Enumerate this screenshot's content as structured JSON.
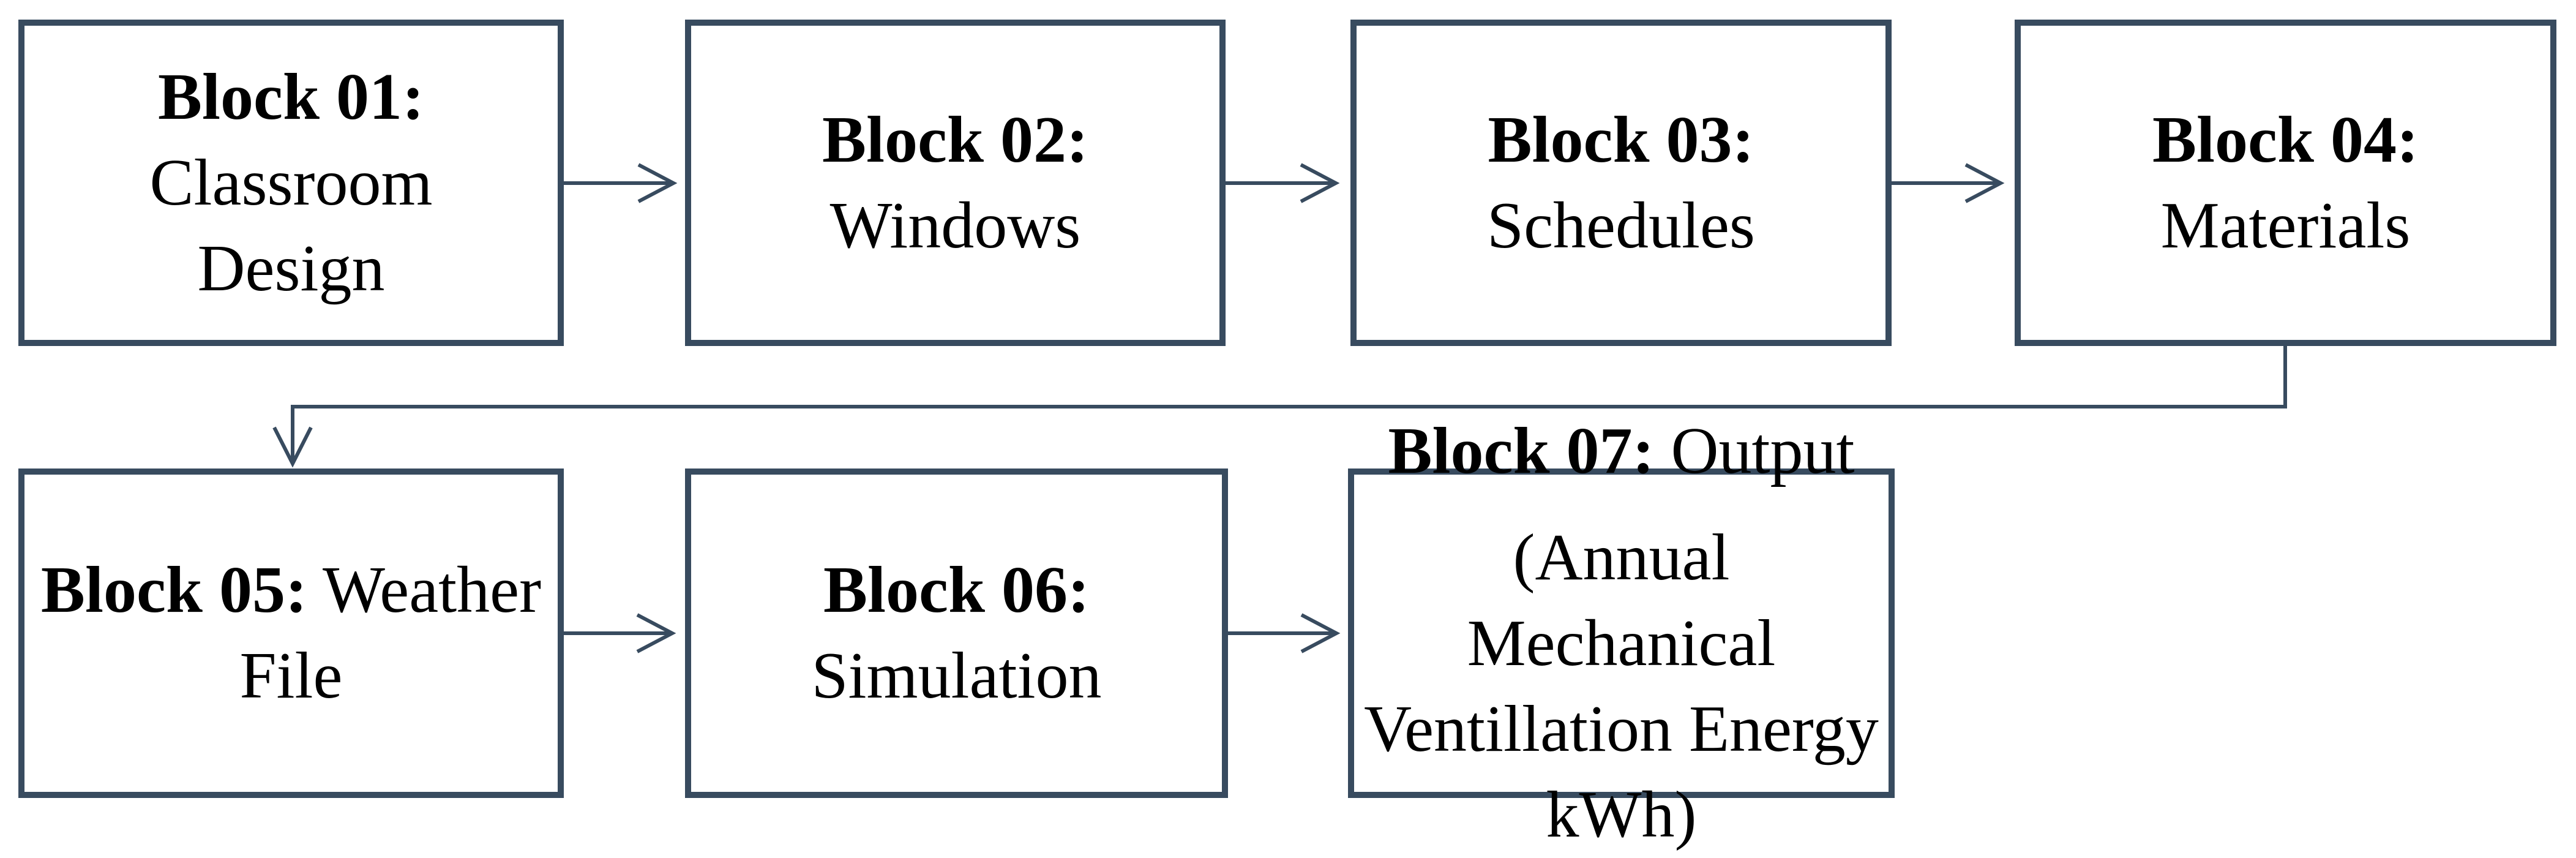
{
  "theme": {
    "line_color": "#384B5F",
    "text_color": "#000000",
    "background": "#FFFFFF"
  },
  "blocks": [
    {
      "id": "block-01",
      "bold": "Block 01:",
      "rest": " Classroom",
      "line2": "Design"
    },
    {
      "id": "block-02",
      "bold": "Block 02:",
      "rest": " Windows"
    },
    {
      "id": "block-03",
      "bold": "Block 03:",
      "rest": " Schedules"
    },
    {
      "id": "block-04",
      "bold": "Block 04:",
      "rest": " Materials"
    },
    {
      "id": "block-05",
      "bold": "Block 05:",
      "rest": " Weather",
      "line2": "File"
    },
    {
      "id": "block-06",
      "bold": "Block 06:",
      "rest": " Simulation"
    },
    {
      "id": "block-07",
      "bold": "Block 07:",
      "rest": " Output",
      "sub_lines": [
        "(Annual Mechanical",
        "Ventillation Energy",
        "kWh)"
      ]
    }
  ],
  "connections": [
    {
      "from": "Block 01",
      "to": "Block 02"
    },
    {
      "from": "Block 02",
      "to": "Block 03"
    },
    {
      "from": "Block 03",
      "to": "Block 04"
    },
    {
      "from": "Block 04",
      "to": "Block 05"
    },
    {
      "from": "Block 05",
      "to": "Block 06"
    },
    {
      "from": "Block 06",
      "to": "Block 07"
    }
  ]
}
